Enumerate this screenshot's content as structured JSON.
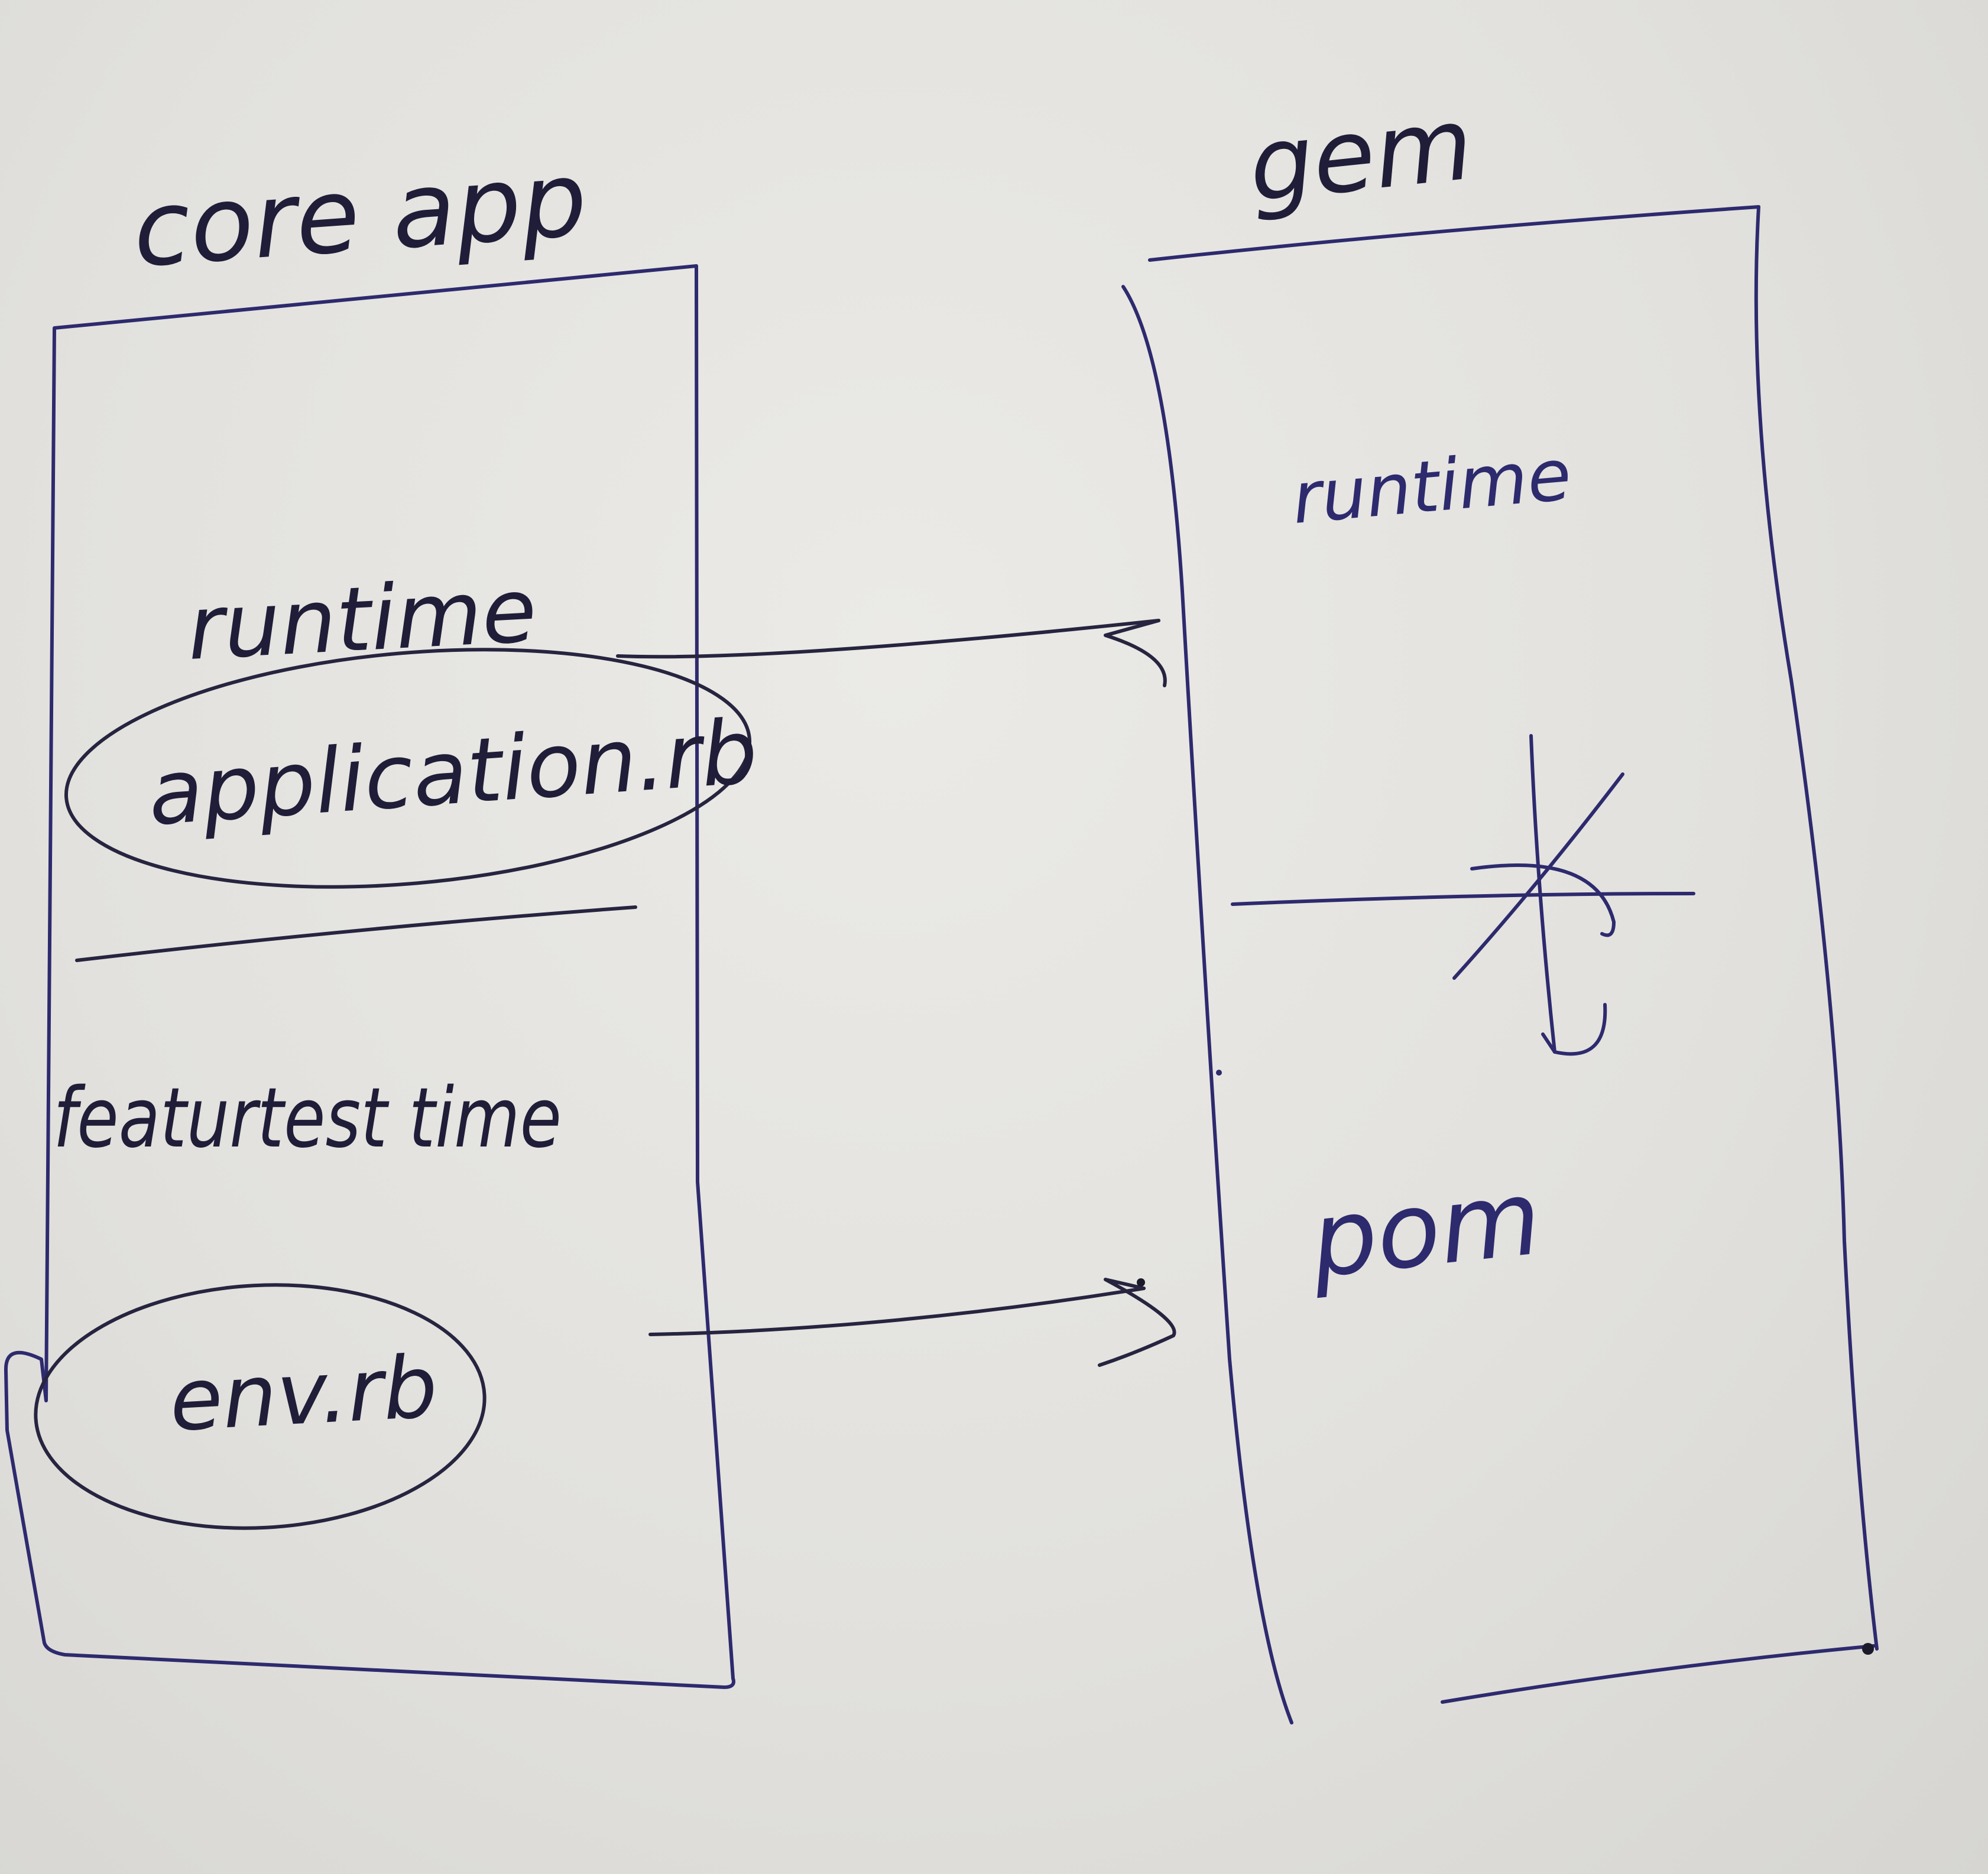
{
  "diagram": {
    "left_box": {
      "title": "core app",
      "runtime_label": "runtime",
      "application_file": "application.rb",
      "feature_label": "featurtest time",
      "env_file": "env.rb"
    },
    "right_box": {
      "title": "gem",
      "runtime_label": "runtime",
      "pom_label": "pom"
    },
    "ink_colors": {
      "blue_pen": "#2d2a6e",
      "black_pen": "#26243f",
      "paper": "#e4e3df"
    }
  }
}
